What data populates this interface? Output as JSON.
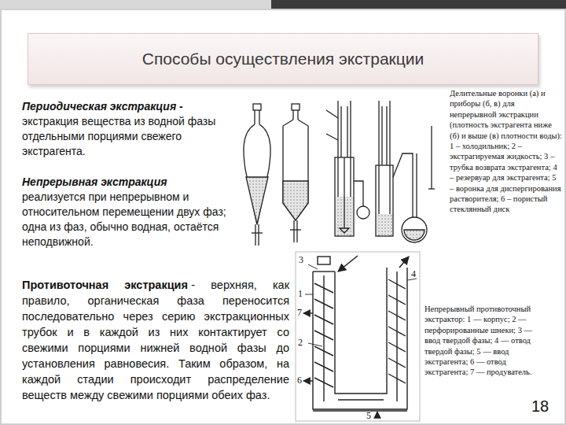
{
  "diagram": {
    "title": "Способы осуществления экстракции",
    "labels": [
      "Периодическая экстракция -",
      "экстракция вещества из водной фазы отдельными порциями свежего экстрагента.",
      "Непрерывная экстракция",
      "реализуется при непрерывном и относительном перемещении двух фаз; одна из фаз, обычно водная, остаётся неподвижной.",
      "Противоточная экстракция",
      "- верхняя, как правило, органическая фаза переносится последовательно через серию экстракционных трубок и в каждой из них контактирует со свежими порциями нижней водной фазы до установления равновесия. Таким образом, на каждой стадии происходит распределение веществ между свежими порциями обеих фаз.",
      "Делительные воронки (а) и приборы (б, в) для непрерывной экстракции (плотность экстрагента ниже (б) и выше (в) плотности воды): 1 – холодильник; 2 – экстрагируемая жидкость; 3 – трубка возврата экстрагента; 4 – резервуар для экстрагента; 5 – воронка для диспергирования растворителя; 6 – пористый стеклянный диск",
      "Непрерывный противоточный экстрактор: 1 — корпус; 2 — перфорированные шнеки; 3 — ввод твердой фазы; 4 — отвод твердой фазы; 5 — ввод экстрагента; 6 — отвод экстрагента; 7 — продуватель.",
      "3",
      "1",
      "7",
      "2",
      "6",
      "4",
      "5",
      "18"
    ]
  }
}
